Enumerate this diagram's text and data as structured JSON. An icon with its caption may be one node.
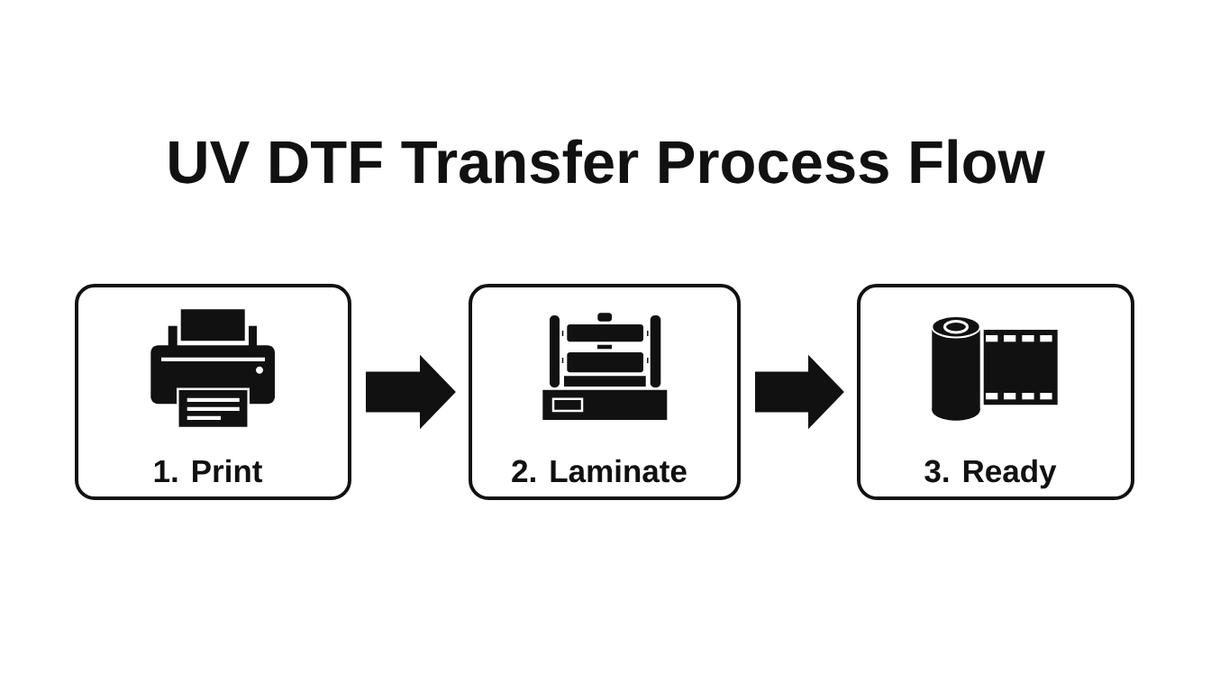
{
  "diagram": {
    "title": "UV DTF Transfer Process Flow",
    "nodes": [
      {
        "text": [
          "1. Print"
        ]
      },
      {
        "text": [
          "2. Laminate"
        ]
      },
      {
        "text": [
          "3. Ready"
        ]
      }
    ],
    "edges": [
      {
        "from": 0,
        "to": 1,
        "arrow": "to"
      },
      {
        "from": 1,
        "to": 2,
        "arrow": "to"
      }
    ]
  }
}
